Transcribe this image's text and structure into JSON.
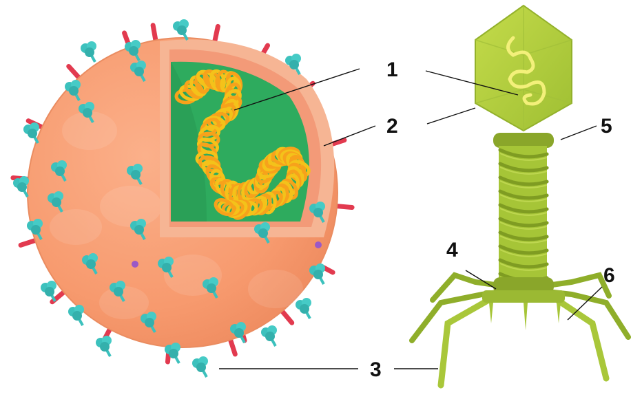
{
  "labels": {
    "l1": "1",
    "l2": "2",
    "l3": "3",
    "l4": "4",
    "l5": "5",
    "l6": "6"
  },
  "colors": {
    "envelope": "#f79a6e",
    "envelope_edge": "#e9855a",
    "spike": "#e23a4f",
    "knob": "#3cc1bd",
    "capsid_inner": "#2eab5e",
    "nucleic_acid": "#f4c21a",
    "phage_head": "#b6cf3e",
    "phage_collar": "#8faa2b",
    "phage_tail": "#a6c537"
  },
  "icons": [
    "virus-envelope-icon",
    "bacteriophage-icon"
  ]
}
